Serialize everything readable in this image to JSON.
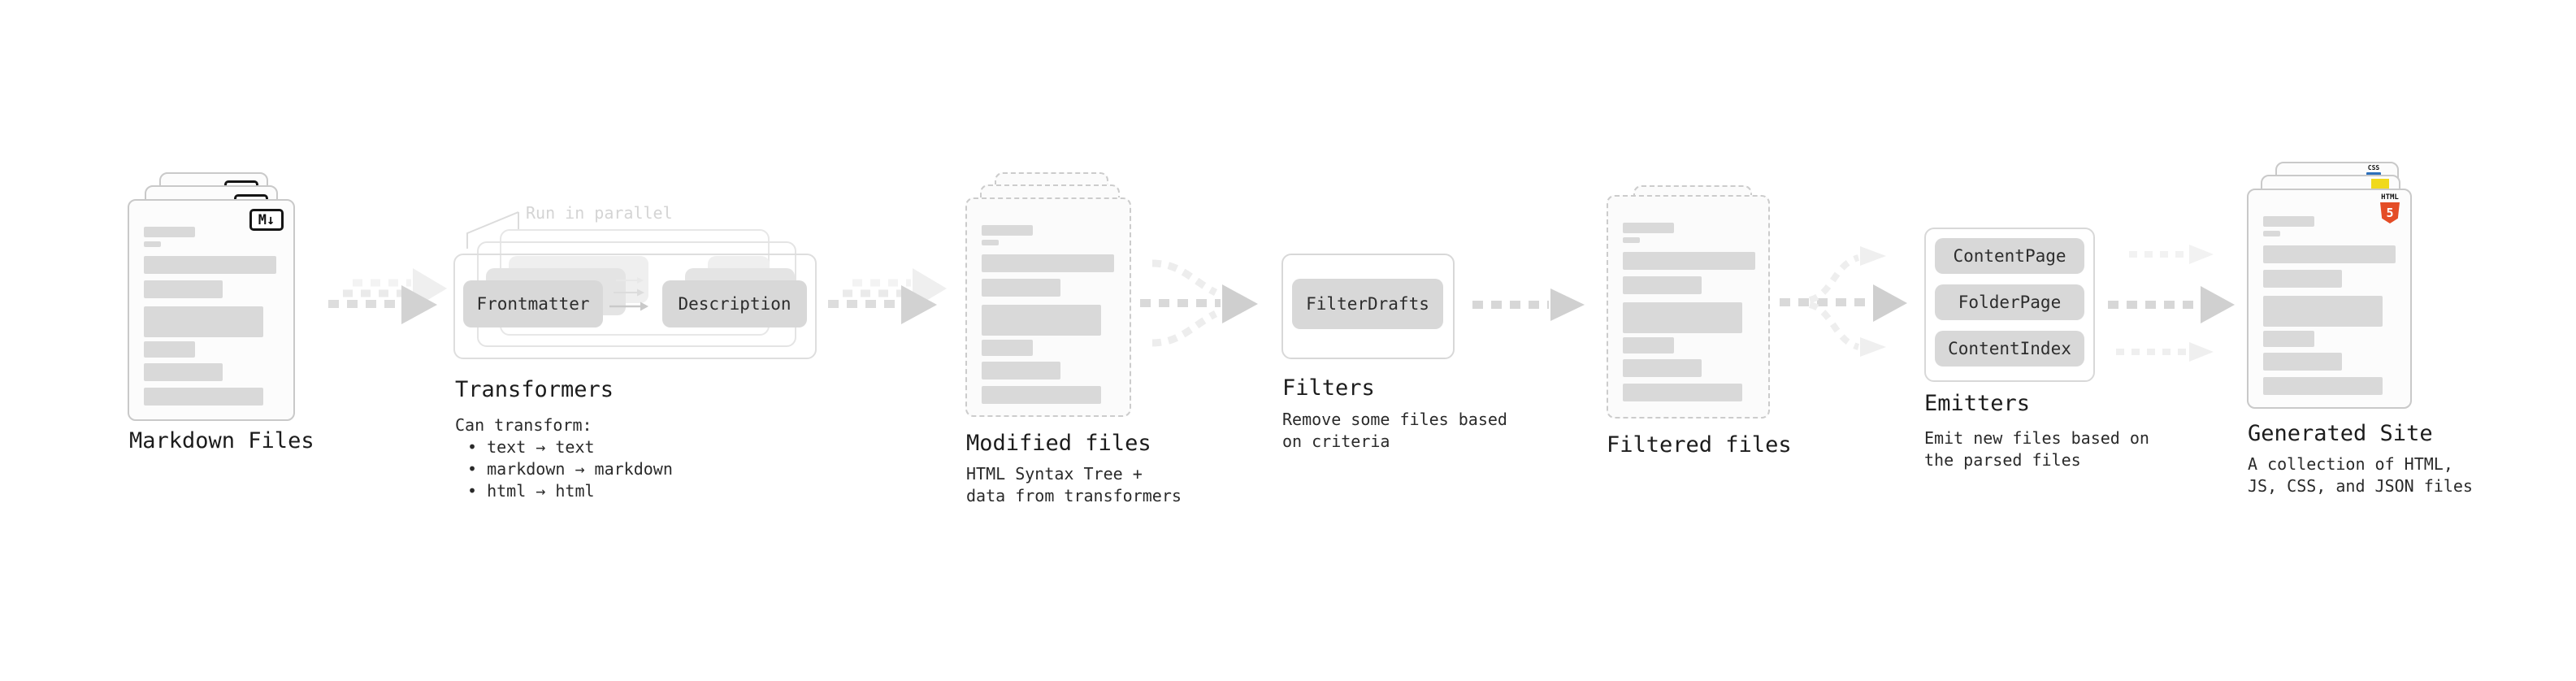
{
  "diagram": {
    "note_run_parallel": "Run in parallel",
    "stages": {
      "markdown_files": {
        "title": "Markdown Files",
        "badge": "M↓"
      },
      "transformers": {
        "title": "Transformers",
        "boxes": [
          "Frontmatter",
          "Description"
        ],
        "desc": [
          "Can transform:",
          "• text → text",
          "• markdown → markdown",
          "• html → html"
        ]
      },
      "modified_files": {
        "title": "Modified files",
        "desc": [
          "HTML Syntax Tree +",
          "data from transformers"
        ]
      },
      "filters": {
        "title": "Filters",
        "boxes": [
          "FilterDrafts"
        ],
        "desc": [
          "Remove some files based",
          "on criteria"
        ]
      },
      "filtered_files": {
        "title": "Filtered files"
      },
      "emitters": {
        "title": "Emitters",
        "boxes": [
          "ContentPage",
          "FolderPage",
          "ContentIndex"
        ],
        "desc": [
          "Emit new files based on",
          "the parsed files"
        ]
      },
      "generated_site": {
        "title": "Generated Site",
        "desc": [
          "A collection of HTML,",
          "JS, CSS, and JSON files"
        ],
        "badges": {
          "css": "CSS",
          "html_label": "HTML",
          "html_number": "5"
        }
      }
    },
    "colors": {
      "html5_orange": "#e44d26",
      "js_yellow": "#f0d91d",
      "css_blue": "#2c6fbb",
      "doc_border": "#c9c9c9",
      "bar_gray": "#d9d9d9",
      "chip_gray": "#d8d8d8",
      "arrow_dark": "#d2d2d2",
      "arrow_light": "#efefef"
    }
  }
}
